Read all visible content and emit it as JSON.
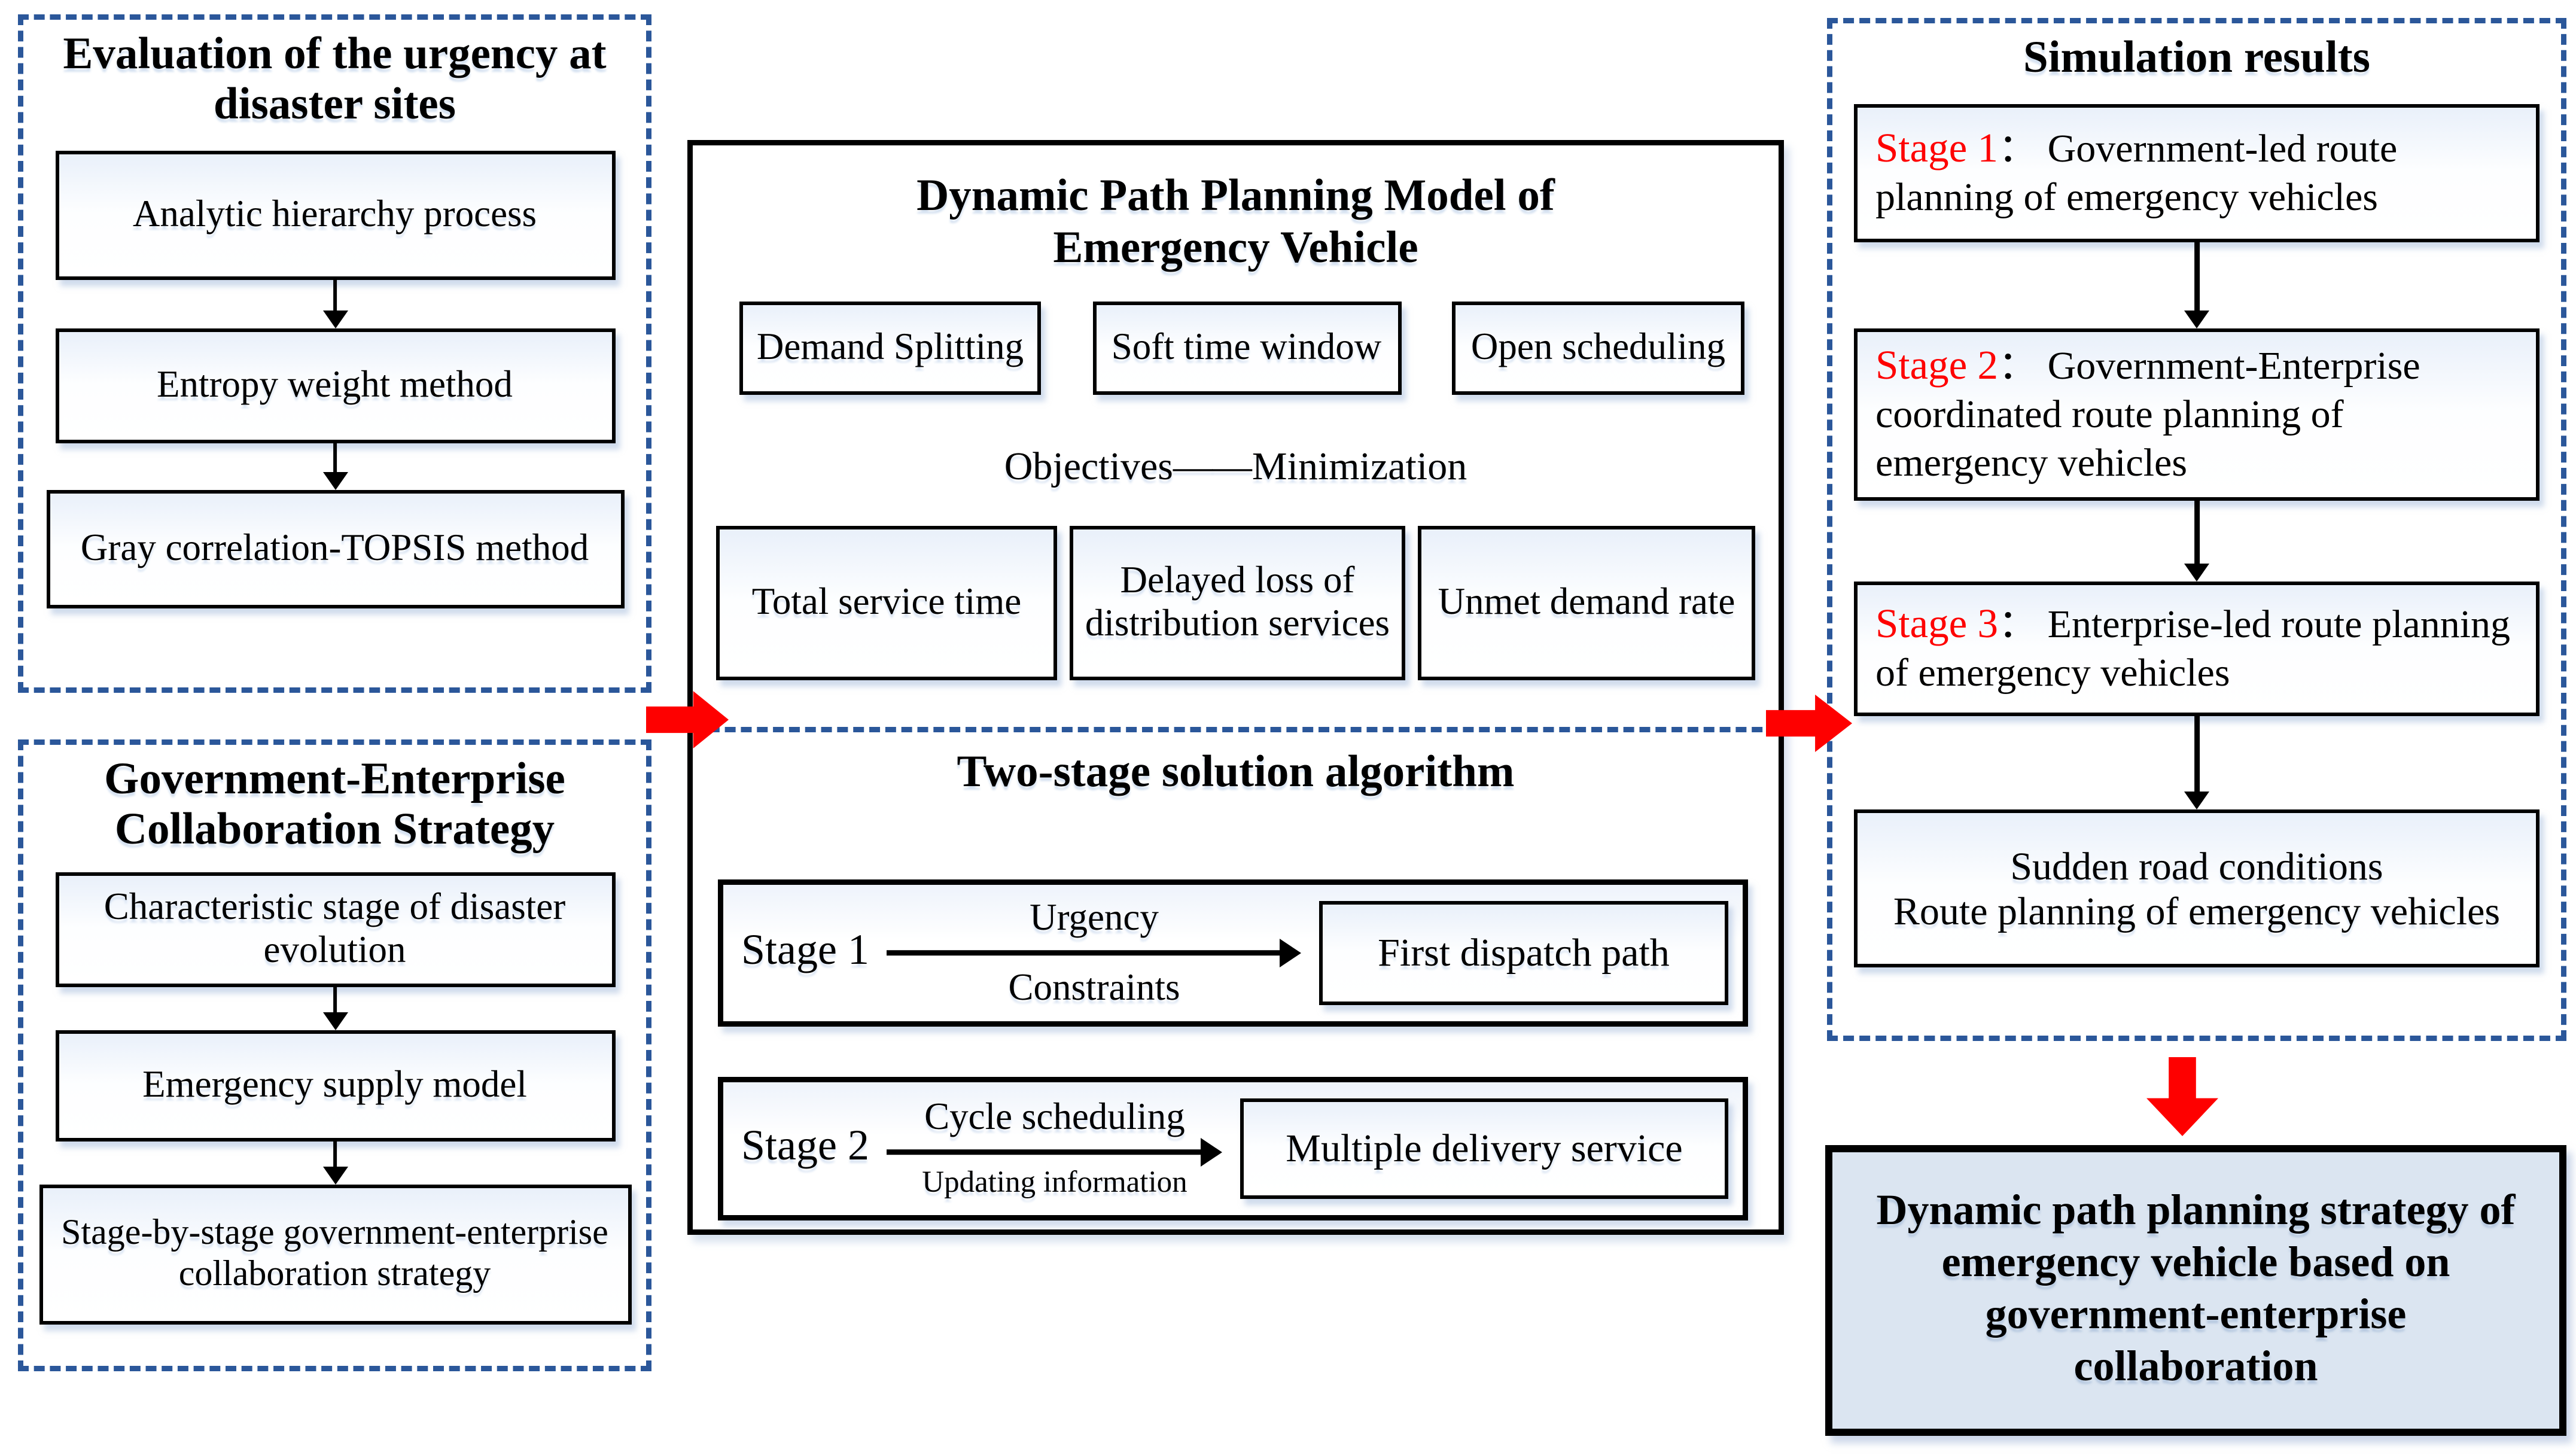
{
  "colors": {
    "dashed_border": "#2b579a",
    "accent_red": "#fe0000",
    "conclusion_fill": "#dbe5f1",
    "box_border": "#000000"
  },
  "left_top_panel": {
    "title": "Evaluation of the urgency at disaster sites",
    "boxes": [
      "Analytic hierarchy process",
      "Entropy weight method",
      "Gray correlation-TOPSIS method"
    ]
  },
  "left_bottom_panel": {
    "title": "Government-Enterprise Collaboration Strategy",
    "boxes": [
      "Characteristic stage of disaster evolution",
      "Emergency supply model",
      "Stage-by-stage government-enterprise collaboration strategy"
    ]
  },
  "center_panel": {
    "model_title": "Dynamic Path Planning Model of Emergency Vehicle",
    "feature_boxes": [
      "Demand Splitting",
      "Soft time window",
      "Open scheduling"
    ],
    "objectives_label": "Objectives——Minimization",
    "objective_boxes": [
      "Total service time",
      "Delayed loss of distribution services",
      "Unmet demand rate"
    ],
    "algorithm_title": "Two-stage solution algorithm",
    "stages": [
      {
        "label": "Stage 1",
        "above": "Urgency",
        "below": "Constraints",
        "result": "First dispatch path"
      },
      {
        "label": "Stage 2",
        "above": "Cycle scheduling",
        "below": "Updating information",
        "result": "Multiple delivery service"
      }
    ]
  },
  "right_panel": {
    "title": "Simulation results",
    "stages": [
      {
        "prefix": "Stage 1",
        "separator": "： ",
        "text": "Government-led route planning of emergency vehicles"
      },
      {
        "prefix": "Stage 2",
        "separator": "： ",
        "text": "Government-Enterprise coordinated route planning of emergency vehicles"
      },
      {
        "prefix": "Stage 3",
        "separator": "： ",
        "text": "Enterprise-led route planning of emergency vehicles"
      }
    ],
    "final_box": {
      "line1": "Sudden road conditions",
      "line2": "Route planning of emergency vehicles"
    }
  },
  "conclusion_box": {
    "text": "Dynamic path planning strategy of emergency vehicle based on government-enterprise collaboration"
  }
}
